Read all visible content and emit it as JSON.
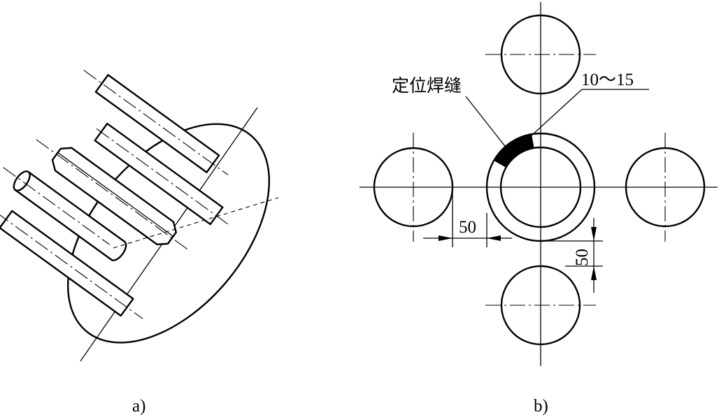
{
  "figure": {
    "panel_a": {
      "caption": "a)"
    },
    "panel_b": {
      "caption": "b)",
      "weld_label": "定位焊缝",
      "weld_size_label": "10～15",
      "dim_horizontal": "50",
      "dim_vertical": "50"
    }
  }
}
